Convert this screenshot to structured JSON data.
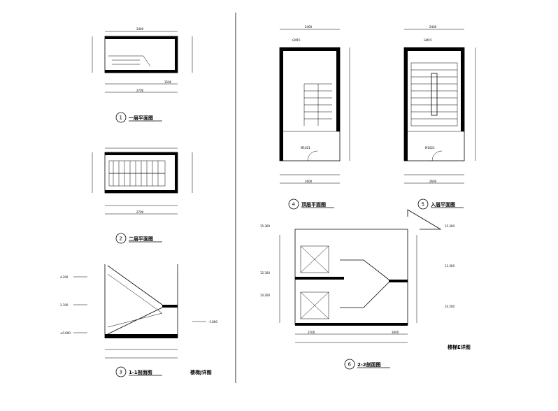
{
  "sheet": {
    "drawing_note": "楼梯J详图",
    "drawing_note_2": "楼梯E详图"
  },
  "views": [
    {
      "id": "plan-1",
      "number": "1",
      "title": "一层平面图"
    },
    {
      "id": "plan-2",
      "number": "2",
      "title": "二层平面图"
    },
    {
      "id": "section-3",
      "number": "3",
      "title": "1-1剖面图"
    },
    {
      "id": "plan-4",
      "number": "4",
      "title": "顶层平面图"
    },
    {
      "id": "plan-5",
      "number": "5",
      "title": "入层平面图"
    },
    {
      "id": "section-6",
      "number": "6",
      "title": "2-2剖面图"
    }
  ],
  "dims": {
    "p1_top": "2400",
    "p1_bottom": "2700",
    "p1_right": "1500",
    "p2_bottom": "2700",
    "p4_top": "2400",
    "p4_bottom": "2600",
    "p5_top": "2400",
    "p5_bottom": "2600",
    "s6_bottom_a": "3700",
    "s6_bottom_b": "3000"
  },
  "elevations": {
    "s3_a": "4.200",
    "s3_b": "2.100",
    "s3_c": "±0.000",
    "s3_d": "-1.800",
    "s6_a": "15.300",
    "s6_b": "12.300",
    "s6_c": "10.200",
    "s6_d": "15.300",
    "s6_e": "11.300",
    "s6_f": "10.200"
  },
  "labels": {
    "door_4": "M1021",
    "door_5": "M1021",
    "gm_4": "GM15",
    "gm_5": "GM15"
  }
}
